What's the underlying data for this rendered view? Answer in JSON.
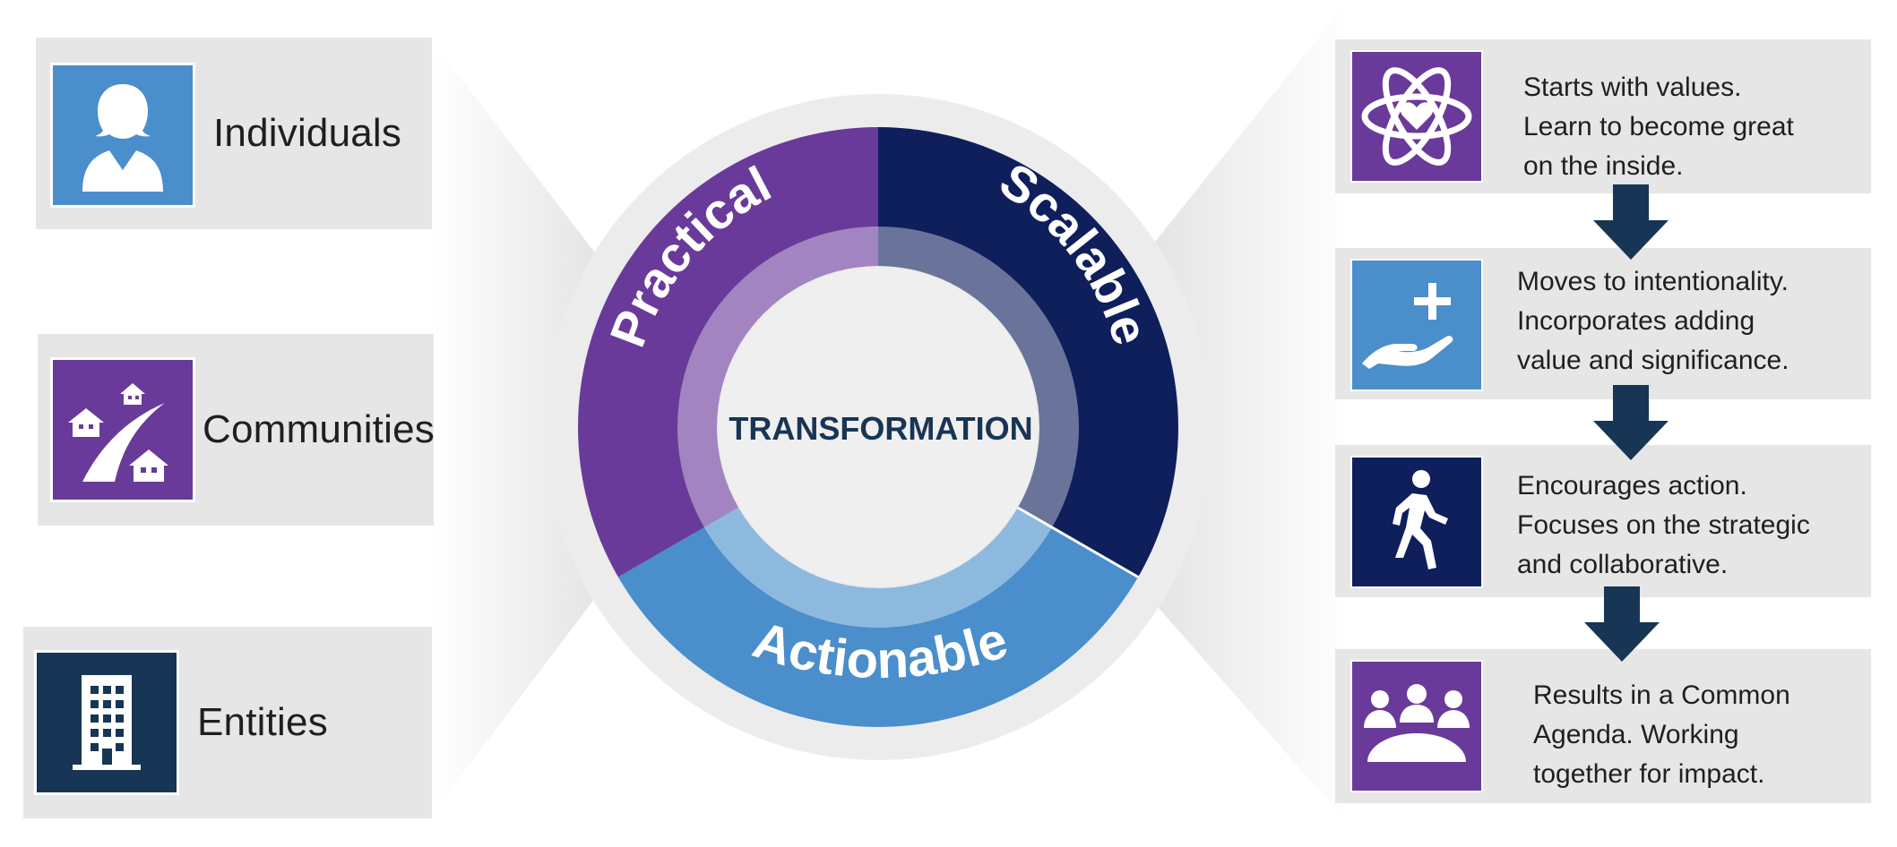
{
  "left": {
    "items": [
      {
        "label": "Individuals",
        "icon": "person-icon",
        "color": "#4a8ecb"
      },
      {
        "label": "Communities",
        "icon": "houses-road-icon",
        "color": "#6a3a9a"
      },
      {
        "label": "Entities",
        "icon": "building-icon",
        "color": "#173554"
      }
    ]
  },
  "center": {
    "title": "TRANSFORMATION",
    "segments": [
      {
        "label": "Practical",
        "color": "#6a3a9a"
      },
      {
        "label": "Scalable",
        "color": "#0f1f5c"
      },
      {
        "label": "Actionable",
        "color": "#4a8ecb"
      }
    ]
  },
  "right": {
    "steps": [
      {
        "lines": [
          "Starts with values.",
          "Learn to become great",
          "on the inside."
        ],
        "icon": "atom-heart-icon",
        "color": "#6a3a9a"
      },
      {
        "lines": [
          "Moves to intentionality.",
          "Incorporates adding",
          "value and significance."
        ],
        "icon": "hand-plus-icon",
        "color": "#4a8ecb"
      },
      {
        "lines": [
          "Encourages action.",
          "Focuses on the strategic",
          "and collaborative."
        ],
        "icon": "walking-person-icon",
        "color": "#0f1f5c"
      },
      {
        "lines": [
          "Results in a Common",
          "Agenda. Working",
          "together for impact."
        ],
        "icon": "group-table-icon",
        "color": "#6a3a9a"
      }
    ],
    "arrow_color": "#173554"
  }
}
